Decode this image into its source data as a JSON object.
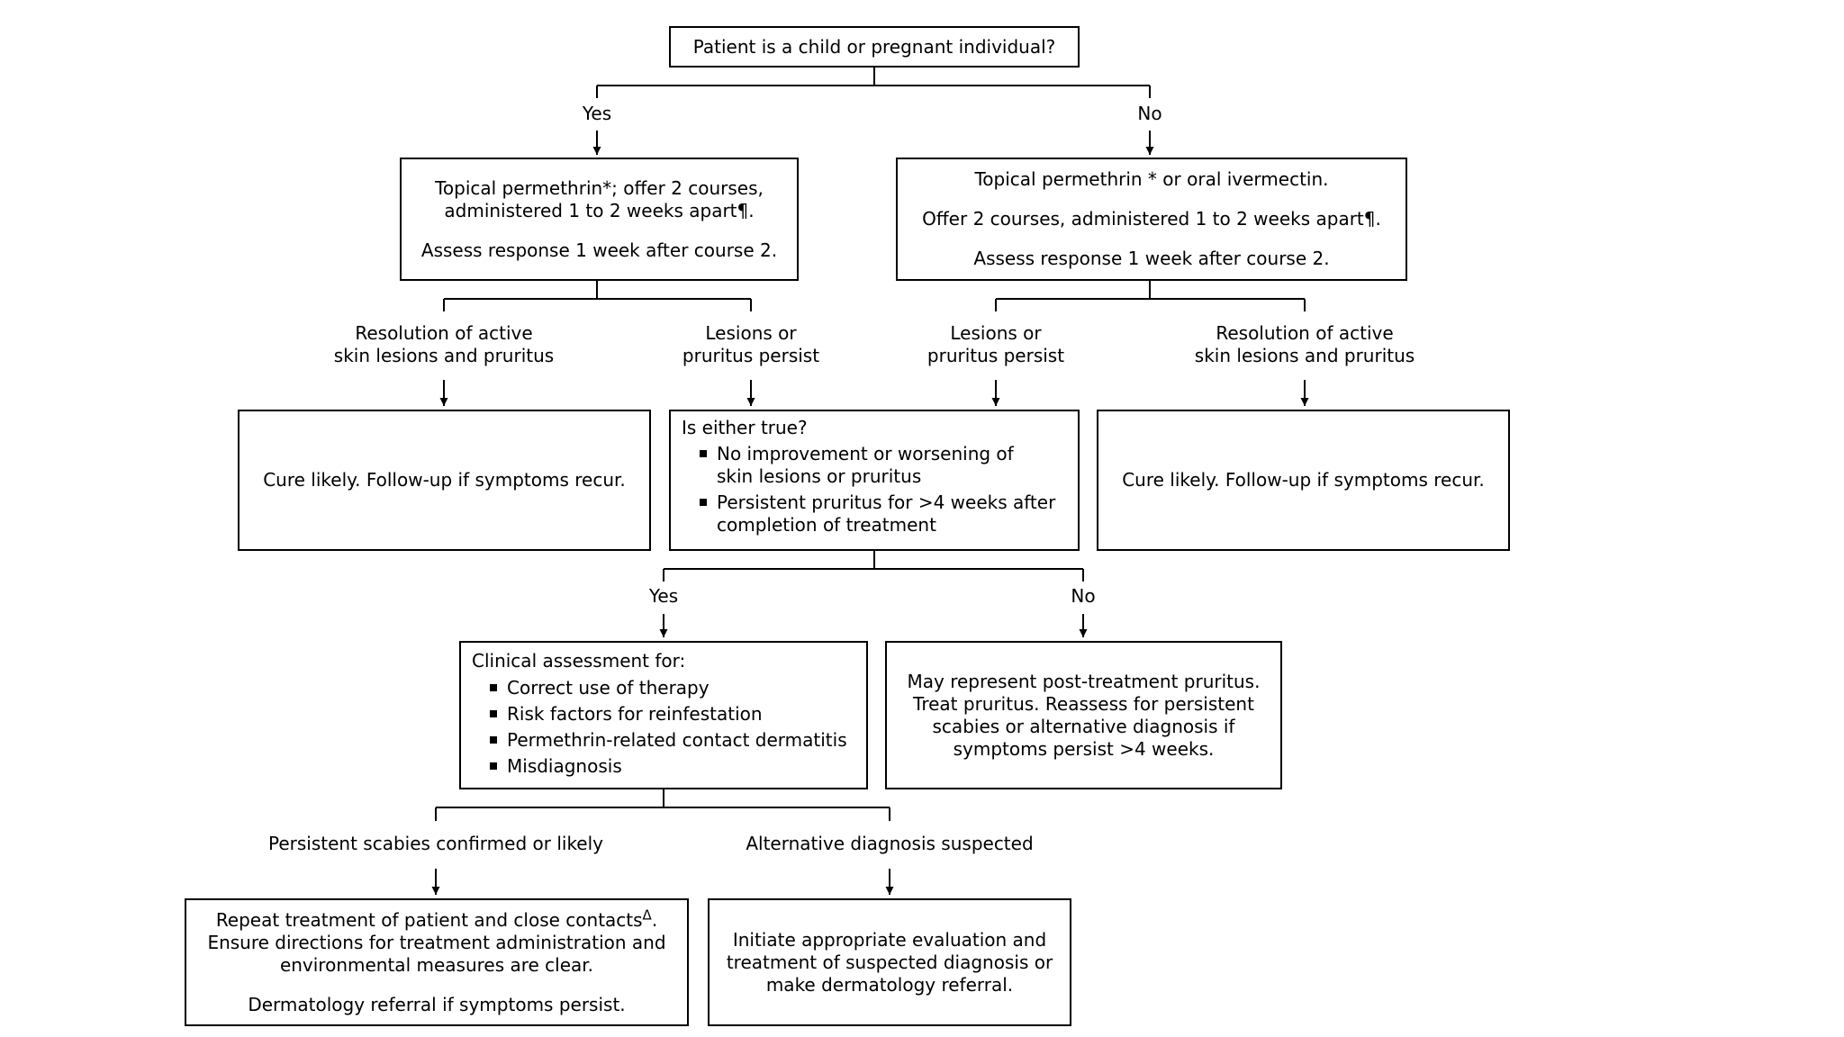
{
  "start": {
    "text": "Patient is a child or pregnant individual?"
  },
  "branch1": {
    "yes": "Yes",
    "no": "No"
  },
  "left_treatment": {
    "line1": "Topical permethrin*; offer 2 courses,",
    "line2": "administered 1 to 2 weeks apart¶.",
    "line3": "Assess response 1 week after course 2."
  },
  "right_treatment": {
    "line1": "Topical permethrin * or oral ivermectin.",
    "line2": "Offer 2 courses, administered 1 to 2 weeks apart¶.",
    "line3": "Assess response 1 week after course 2."
  },
  "outcomes": {
    "resolution_l1": "Resolution of active",
    "resolution_l2": "skin lesions and pruritus",
    "persist_l1": "Lesions or",
    "persist_l2": "pruritus persist"
  },
  "cure": {
    "text": "Cure likely. Follow-up if symptoms recur."
  },
  "either": {
    "title": "Is either true?",
    "items": [
      {
        "l1": "No improvement or worsening of",
        "l2": "skin lesions or pruritus"
      },
      {
        "l1": "Persistent pruritus for >4 weeks after",
        "l2": "completion of treatment"
      }
    ]
  },
  "branch2": {
    "yes": "Yes",
    "no": "No"
  },
  "clinical": {
    "title": "Clinical assessment for:",
    "items": [
      "Correct use of therapy",
      "Risk factors for reinfestation",
      "Permethrin-related contact dermatitis",
      "Misdiagnosis"
    ]
  },
  "post_treatment": {
    "l1": "May represent post-treatment pruritus.",
    "l2": "Treat pruritus. Reassess for persistent",
    "l3": "scabies or alternative diagnosis if",
    "l4": "symptoms persist >4 weeks."
  },
  "branch3": {
    "left": "Persistent scabies confirmed or likely",
    "right": "Alternative diagnosis suspected"
  },
  "repeat": {
    "l1": "Repeat treatment of patient and close contacts",
    "l1_mark": "Δ",
    "l1_end": ".",
    "l2": "Ensure directions for treatment administration and",
    "l3": "environmental measures are clear.",
    "l4": "Dermatology referral if symptoms persist."
  },
  "alternative": {
    "l1": "Initiate appropriate evaluation and",
    "l2": "treatment of suspected diagnosis or",
    "l3": "make dermatology referral."
  }
}
